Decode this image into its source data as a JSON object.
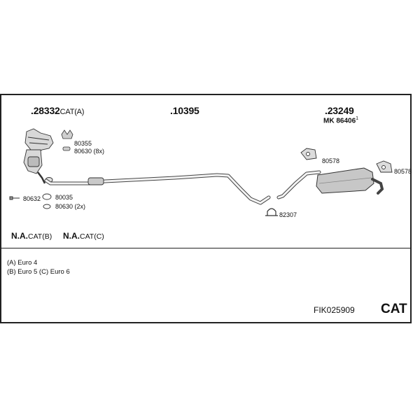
{
  "parts": {
    "catalyst_number": ".28332",
    "catalyst_suffix": "CAT(A)",
    "front_pipe": ".10395",
    "rear_silencer": ".23249",
    "mounting_kit": "MK  86406",
    "mounting_kit_mark": "1",
    "clamp_80355": "80355",
    "gasket_80630_8x": "80630 (8x)",
    "bolt_80632": "80632",
    "gasket_80035": "80035",
    "gasket_80630_2x": "80630 (2x)",
    "rubber_80578_a": "80578",
    "rubber_80578_b": "80578",
    "clamp_82307": "82307"
  },
  "variants": {
    "na_b_prefix": "N.A.",
    "na_b_suffix": "CAT(B)",
    "na_c_prefix": "N.A.",
    "na_c_suffix": "CAT(C)"
  },
  "legend": {
    "line1": "(A) Euro 4",
    "line2": "(B) Euro 5 (C) Euro 6"
  },
  "footer": {
    "code": "FIK025909",
    "badge": "CAT"
  }
}
